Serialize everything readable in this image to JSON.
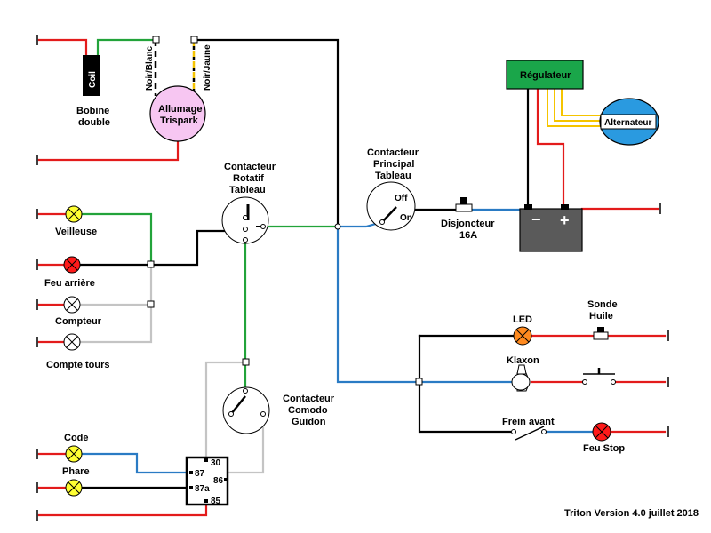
{
  "labels": {
    "coil": "Coil",
    "bobine": [
      "Bobine",
      "double"
    ],
    "noir_blanc": "Noir/Blanc",
    "noir_jaune": "Noir/Jaune",
    "allumage": [
      "Allumage",
      "Trispark"
    ],
    "regulateur": "Régulateur",
    "alternateur": "Alternateur",
    "contacteur_rotatif": [
      "Contacteur",
      "Rotatif",
      "Tableau"
    ],
    "contacteur_principal": [
      "Contacteur",
      "Principal",
      "Tableau"
    ],
    "off": "Off",
    "on": "On",
    "disjoncteur": [
      "Disjoncteur",
      "16A"
    ],
    "batt_minus": "−",
    "batt_plus": "+",
    "veilleuse": "Veilleuse",
    "feu_arriere": "Feu arrière",
    "compteur": "Compteur",
    "compte_tours": "Compte tours",
    "led": "LED",
    "sonde_huile": [
      "Sonde",
      "Huile"
    ],
    "klaxon": "Klaxon",
    "frein_avant": "Frein avant",
    "feu_stop": "Feu  Stop",
    "contacteur_comodo": [
      "Contacteur",
      "Comodo",
      "Guidon"
    ],
    "code": "Code",
    "phare": "Phare",
    "relay_30": "30",
    "relay_87": "87",
    "relay_86": "86",
    "relay_87a": "87a",
    "relay_85": "85",
    "version": "Triton Version 4.0 juillet 2018"
  },
  "colors": {
    "red": "#e31b1b",
    "green": "#22a33a",
    "blue": "#2a7bc4",
    "black": "#000000",
    "gray": "#c4c4c4",
    "yellow_wire": "#f5c400",
    "lamp_yellow": "#ffff33",
    "lamp_red": "#ff1a1a",
    "lamp_orange": "#ff8a1f",
    "regulator_fill": "#1aa64a",
    "alternator_fill": "#2a9ae0",
    "allumage_fill": "#f7c6f2",
    "battery_fill": "#5a5a5a"
  }
}
